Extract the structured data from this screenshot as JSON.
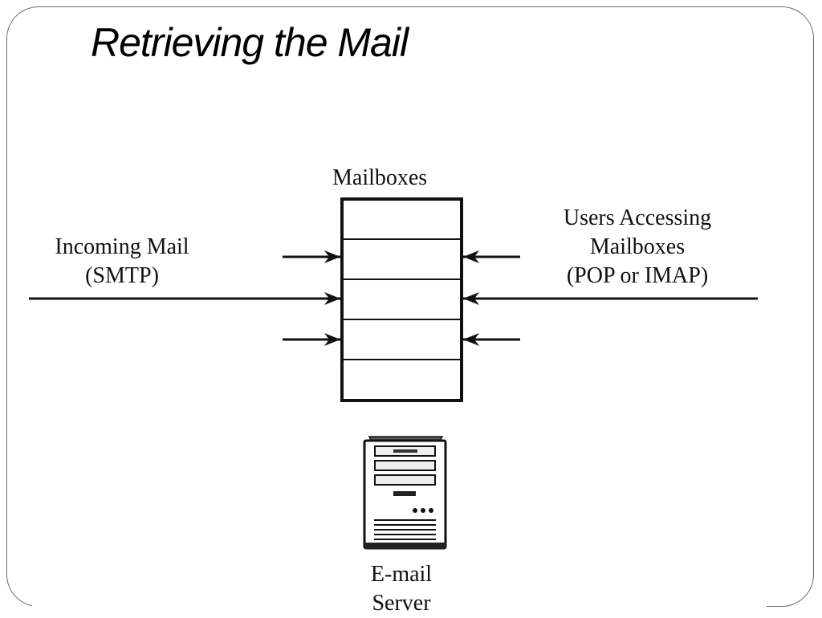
{
  "slide": {
    "title": "Retrieving the Mail"
  },
  "diagram": {
    "mailboxes_label": "Mailboxes",
    "incoming_label": {
      "line1": "Incoming Mail",
      "line2": "(SMTP)"
    },
    "users_label": {
      "line1": "Users Accessing",
      "line2": "Mailboxes",
      "line3": "(POP or IMAP)"
    },
    "server_label": {
      "line1": "E-mail",
      "line2": "Server"
    },
    "icons": [
      "mailbox-stack-icon",
      "server-tower-icon",
      "arrow-right-icon",
      "arrow-left-icon"
    ]
  }
}
